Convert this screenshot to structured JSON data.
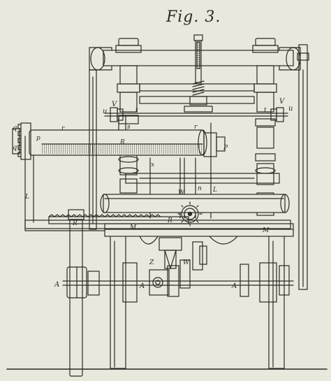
{
  "figure": {
    "title": "Fig. 3.",
    "ink_color": "#2b2a26",
    "paper_color": "#e9e8dc"
  },
  "labels": {
    "V_left": "V",
    "u_left": "u",
    "s": "s",
    "t_mid": "t",
    "V_right": "V",
    "u_right": "u",
    "t_right": "t",
    "q_top": "q",
    "q_bottom": "q",
    "r_left": "r",
    "r_right": "r",
    "p_left": "p",
    "R_upper": "R",
    "P": "P",
    "x": "x",
    "L_left": "L",
    "W_upper": "W",
    "n": "n",
    "L_right": "L",
    "R_lower": "R",
    "M_left": "M",
    "R_gear": "R",
    "M_right": "M",
    "A_left": "A",
    "A_mid": "A",
    "A_right": "A",
    "Z": "Z",
    "W_lower": "W"
  }
}
